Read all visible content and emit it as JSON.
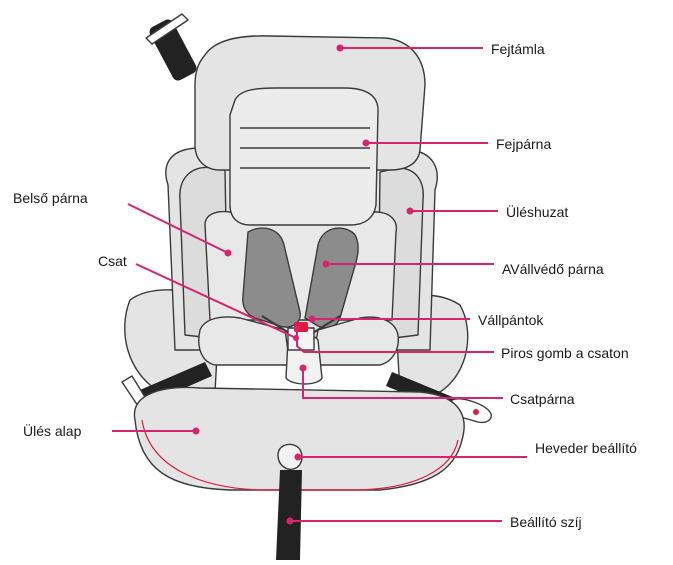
{
  "colors": {
    "accent": "#d6246e",
    "seat_fill": "#e4e4e4",
    "outline": "#3a3a3a",
    "strap": "#222222",
    "shoulder_pad": "#8c8c8c",
    "button": "#e01a3c"
  },
  "labels": {
    "fejtamla": "Fejtámla",
    "fejparna": "Fejpárna",
    "uleshuzat": "Üléshuzat",
    "belso_parna": "Belső párna",
    "csat": "Csat",
    "vallvedo_parna": "AVállvédő párna",
    "vallpantok": "Vállpántok",
    "piros_gomb": "Piros gomb a csaton",
    "csatparna": "Csatpárna",
    "ules_alap": "Ülés alap",
    "heveder_beallito": "Heveder beállító",
    "beallito_szij": "Beállító szíj"
  }
}
